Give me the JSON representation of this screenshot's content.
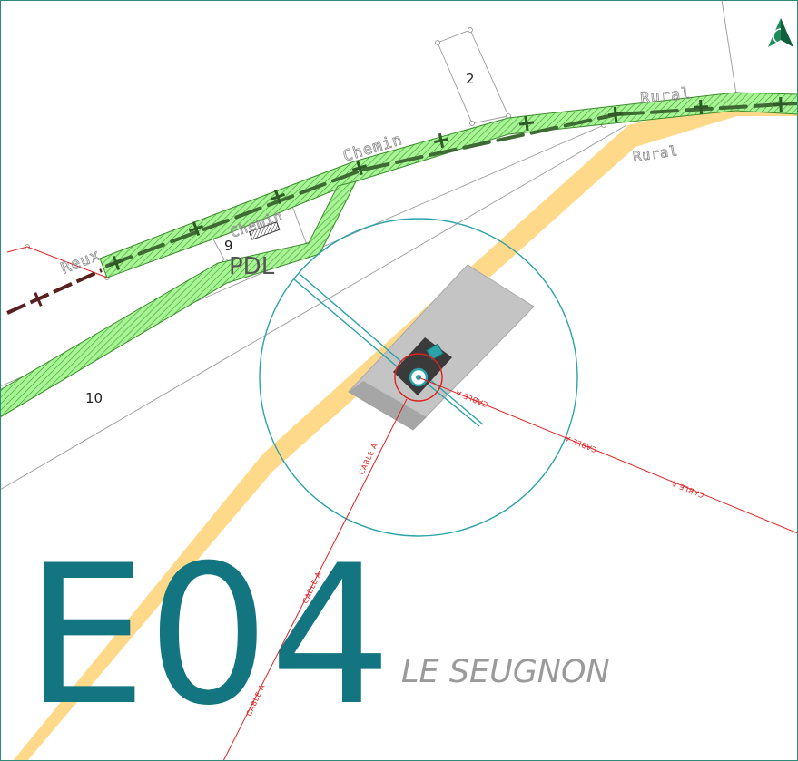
{
  "site": {
    "code": "E04",
    "name": "LE SEUGNON",
    "code_color": "#127580",
    "name_color": "#9a9a9a"
  },
  "road_labels": {
    "chemin_1": "Chemin",
    "chemin_2": "Chemin",
    "rural_1": "Rural",
    "rural_2": "Rural",
    "reux": "Reux"
  },
  "parcels": {
    "p2": "2",
    "p9": "9",
    "p10": "10"
  },
  "pdl_label": "PDL",
  "cable_label": "CABLE A",
  "icons": {
    "north_arrow": "north-arrow-icon"
  },
  "colors": {
    "access_track": "#ffd98a",
    "easement_fill": "#9cf58a",
    "easement_stroke": "#3a8a2c",
    "turbine_circle": "#2aa3a8",
    "cable": "#e02020",
    "platform": "#c0c0c0",
    "foundation": "#3a3a3a"
  }
}
